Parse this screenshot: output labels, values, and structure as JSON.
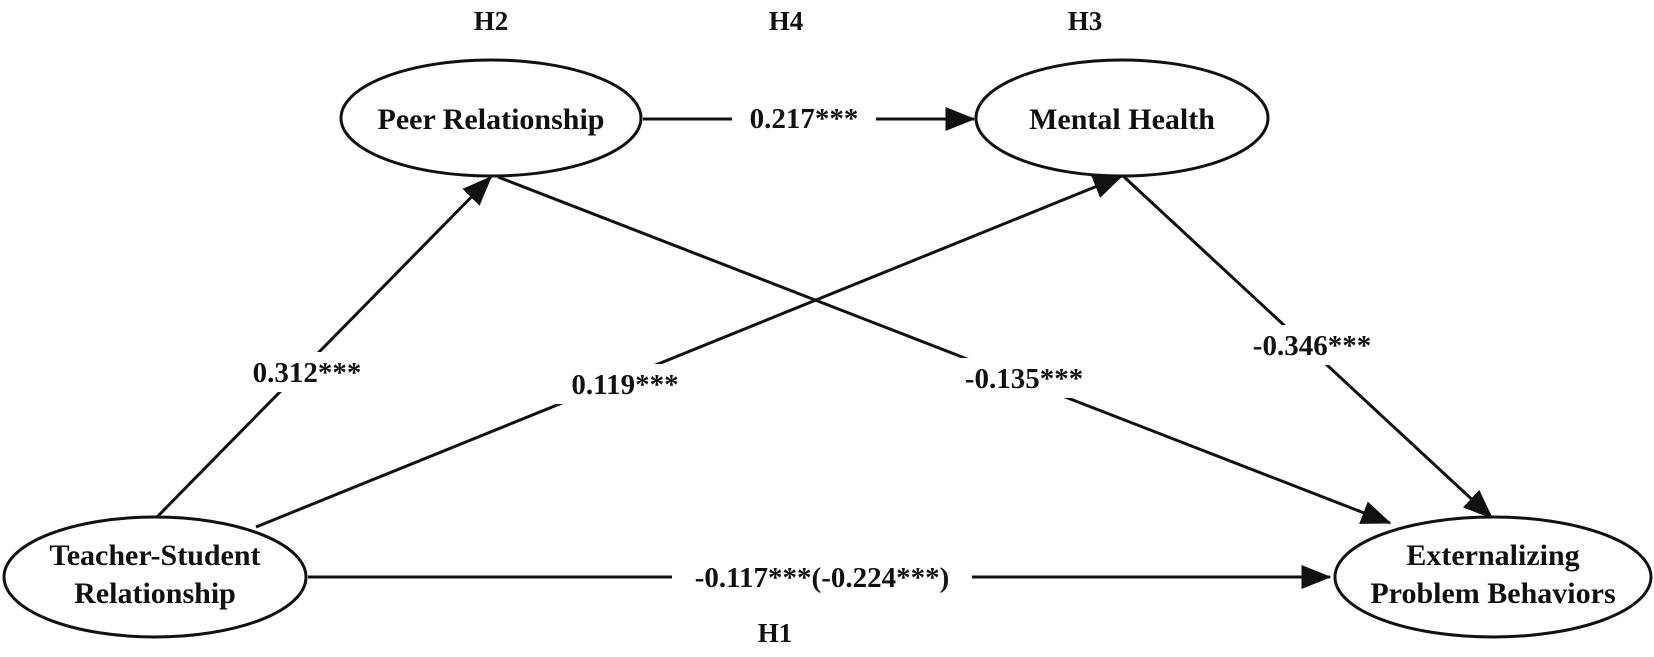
{
  "hypotheses": {
    "h1": "H1",
    "h2": "H2",
    "h3": "H3",
    "h4": "H4"
  },
  "nodes": {
    "peer": {
      "lines": [
        "Peer Relationship"
      ]
    },
    "mental": {
      "lines": [
        "Mental Health"
      ]
    },
    "teacher": {
      "lines": [
        "Teacher-Student",
        "Relationship"
      ]
    },
    "externalizing": {
      "lines": [
        "Externalizing",
        "Problem Behaviors"
      ]
    }
  },
  "edges": {
    "peer_to_mental": "0.217***",
    "teacher_to_peer": "0.312***",
    "teacher_to_mental": "0.119***",
    "peer_to_externalizing": "-0.135***",
    "mental_to_externalizing": "-0.346***",
    "teacher_to_externalizing": "-0.117***(-0.224***)"
  },
  "colors": {
    "stroke": "#111111",
    "background": "#ffffff"
  }
}
